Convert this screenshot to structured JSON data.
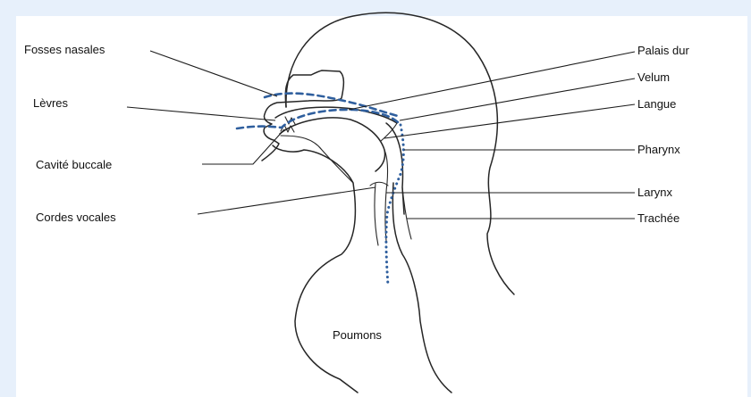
{
  "labels_left": {
    "fosses_nasales": "Fosses nasales",
    "levres": "Lèvres",
    "cavite_buccale": "Cavité buccale",
    "cordes_vocales": "Cordes vocales"
  },
  "labels_right": {
    "palais_dur": "Palais dur",
    "velum": "Velum",
    "langue": "Langue",
    "pharynx": "Pharynx",
    "larynx": "Larynx",
    "trachee": "Trachée"
  },
  "labels_center": {
    "poumons": "Poumons"
  },
  "colors": {
    "background": "#e7f0fb",
    "outline": "#262626",
    "airflow": "#2f5f9e"
  }
}
